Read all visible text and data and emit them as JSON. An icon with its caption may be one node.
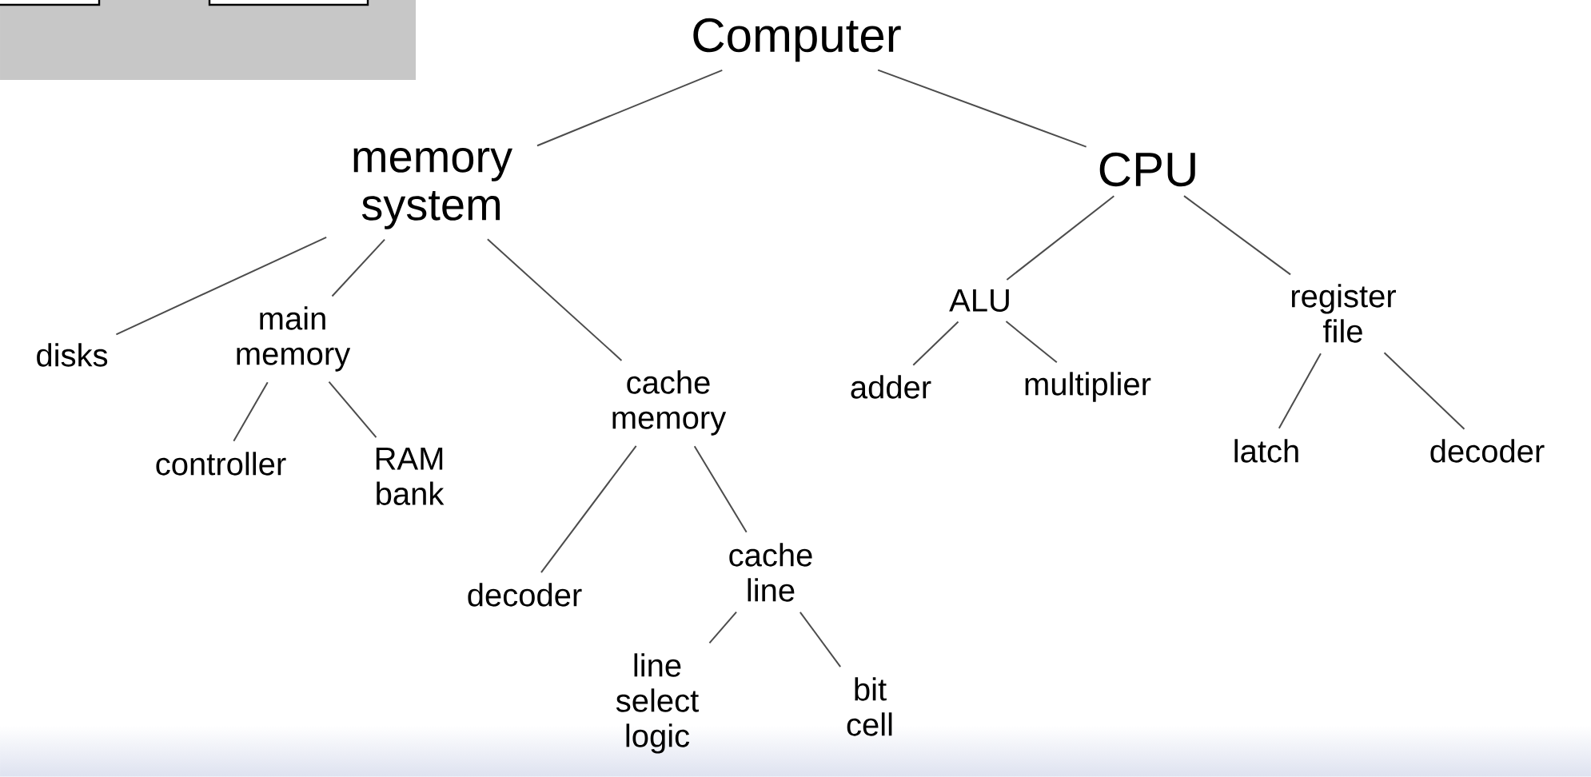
{
  "diagram": {
    "nodes": [
      {
        "text": [
          "Computer"
        ]
      },
      {
        "text": [
          "memory system"
        ]
      },
      {
        "text": [
          "CPU"
        ]
      },
      {
        "text": [
          "disks"
        ]
      },
      {
        "text": [
          "main memory"
        ]
      },
      {
        "text": [
          "cache memory"
        ]
      },
      {
        "text": [
          "controller"
        ]
      },
      {
        "text": [
          "RAM bank"
        ]
      },
      {
        "text": [
          "decoder"
        ]
      },
      {
        "text": [
          "cache line"
        ]
      },
      {
        "text": [
          "line select logic"
        ]
      },
      {
        "text": [
          "bit cell"
        ]
      },
      {
        "text": [
          "ALU"
        ]
      },
      {
        "text": [
          "register file"
        ]
      },
      {
        "text": [
          "adder"
        ]
      },
      {
        "text": [
          "multiplier"
        ]
      },
      {
        "text": [
          "latch"
        ]
      },
      {
        "text": [
          "decoder"
        ]
      }
    ],
    "edges": [
      {
        "from": 0,
        "to": 1,
        "arrow": "none"
      },
      {
        "from": 0,
        "to": 2,
        "arrow": "none"
      },
      {
        "from": 1,
        "to": 3,
        "arrow": "none"
      },
      {
        "from": 1,
        "to": 4,
        "arrow": "none"
      },
      {
        "from": 1,
        "to": 5,
        "arrow": "none"
      },
      {
        "from": 4,
        "to": 6,
        "arrow": "none"
      },
      {
        "from": 4,
        "to": 7,
        "arrow": "none"
      },
      {
        "from": 5,
        "to": 8,
        "arrow": "none"
      },
      {
        "from": 5,
        "to": 9,
        "arrow": "none"
      },
      {
        "from": 9,
        "to": 10,
        "arrow": "none"
      },
      {
        "from": 9,
        "to": 11,
        "arrow": "none"
      },
      {
        "from": 2,
        "to": 12,
        "arrow": "none"
      },
      {
        "from": 2,
        "to": 13,
        "arrow": "none"
      },
      {
        "from": 12,
        "to": 14,
        "arrow": "none"
      },
      {
        "from": 12,
        "to": 15,
        "arrow": "none"
      },
      {
        "from": 13,
        "to": 16,
        "arrow": "none"
      },
      {
        "from": 13,
        "to": 17,
        "arrow": "none"
      }
    ]
  }
}
